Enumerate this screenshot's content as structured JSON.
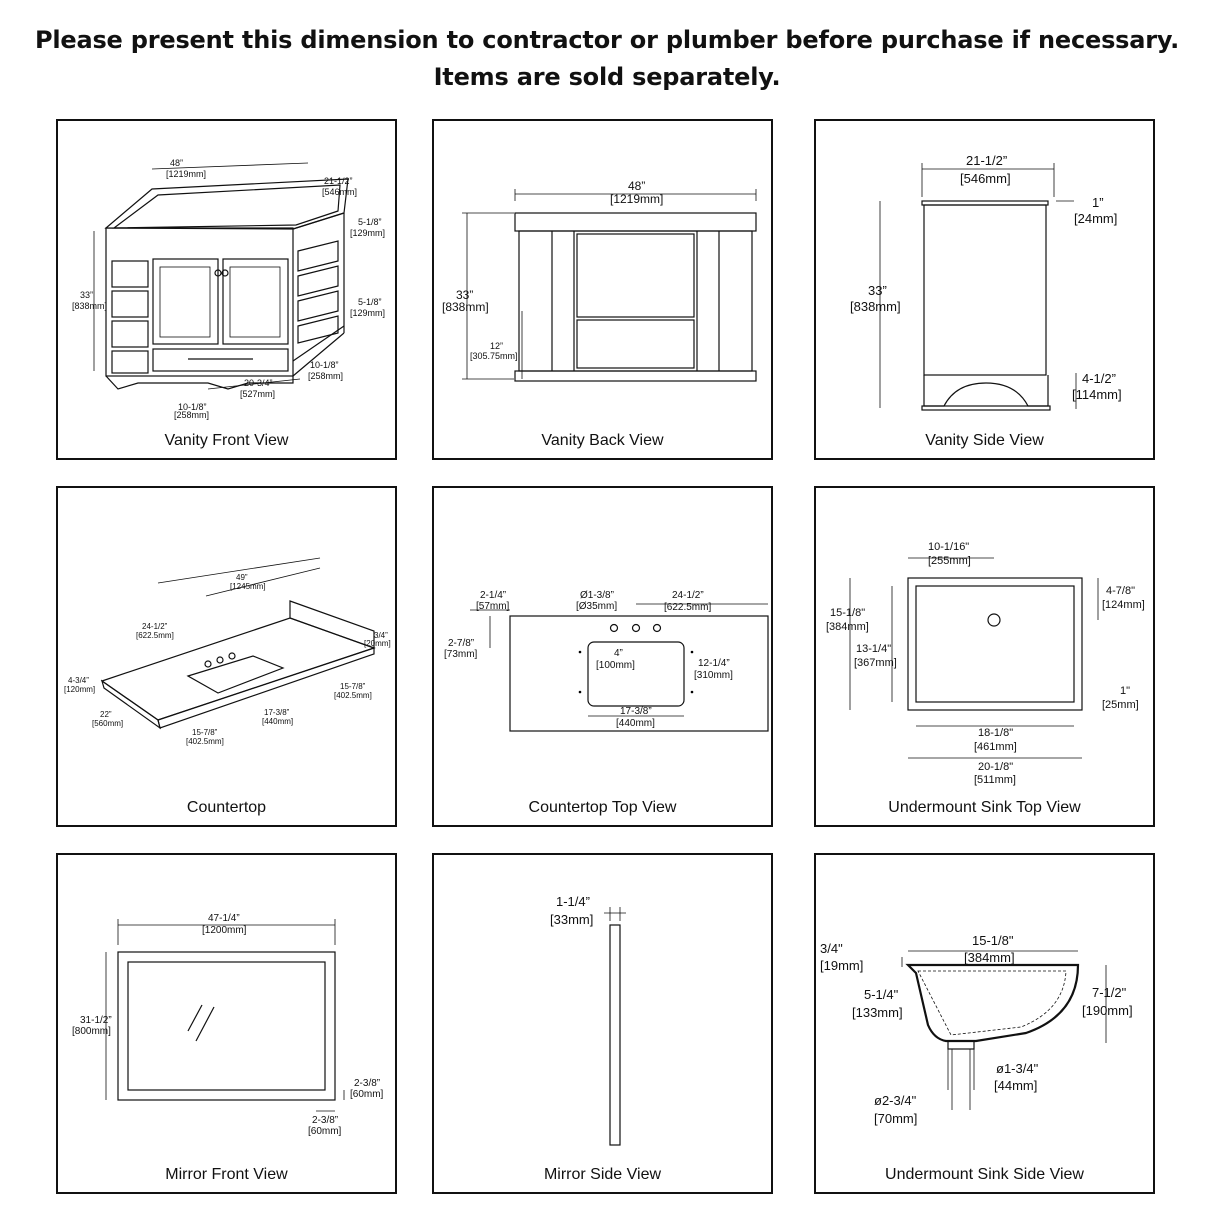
{
  "header": {
    "line1": "Please present this dimension to contractor or plumber before purchase if necessary.",
    "line2": "Items are sold separately."
  },
  "panels": {
    "p1": {
      "caption": "Vanity Front View",
      "w": "48”",
      "wmm": "[1219mm]",
      "d": "21-1/2”",
      "dmm": "[546mm]",
      "d2": "5-1/8”",
      "d2mm": "[129mm]",
      "h": "33”",
      "hmm": "[838mm]",
      "d3": "5-1/8”",
      "d3mm": "[129mm]",
      "d4": "10-1/8”",
      "d4mm": "[258mm]",
      "d5": "20-3/4”",
      "d5mm": "[527mm]",
      "d6": "10-1/8”",
      "d6mm": "[258mm]"
    },
    "p2": {
      "caption": "Vanity Back View",
      "w": "48”",
      "wmm": "[1219mm]",
      "h": "33”",
      "hmm": "[838mm]",
      "h2": "12”",
      "h2mm": "[305.75mm]"
    },
    "p3": {
      "caption": "Vanity Side View",
      "w": "21-1/2”",
      "wmm": "[546mm]",
      "t": "1”",
      "tmm": "[24mm]",
      "h": "33”",
      "hmm": "[838mm]",
      "b": "4-1/2”",
      "bmm": "[114mm]"
    },
    "p4": {
      "caption": "Countertop",
      "w": "49”",
      "wmm": "[1245mm]",
      "a": "24-1/2”",
      "amm": "[622.5mm]",
      "t": "3/4”",
      "tmm": "[20mm]",
      "s": "4-3/4”",
      "smm": "[120mm]",
      "d": "22”",
      "dmm": "[560mm]",
      "r": "15-7/8”",
      "rmm": "[402.5mm]",
      "c": "17-3/8”",
      "cmm": "[440mm]",
      "l": "15-7/8”",
      "lmm": "[402.5mm]"
    },
    "p5": {
      "caption": "Countertop Top View",
      "a": "2-1/4”",
      "amm": "[57mm]",
      "b": "Ø1-3/8”",
      "bmm": "[Ø35mm]",
      "c": "24-1/2”",
      "cmm": "[622.5mm]",
      "d": "2-7/8”",
      "dmm": "[73mm]",
      "e": "4”",
      "emm": "[100mm]",
      "f": "12-1/4”",
      "fmm": "[310mm]",
      "g": "17-3/8”",
      "gmm": "[440mm]"
    },
    "p6": {
      "caption": "Undermount Sink Top View",
      "a": "10-1/16\"",
      "amm": "[255mm]",
      "b": "15-1/8\"",
      "bmm": "[384mm]",
      "c": "13-1/4\"",
      "cmm": "[367mm]",
      "d": "4-7/8\"",
      "dmm": "[124mm]",
      "e": "1\"",
      "emm": "[25mm]",
      "f": "18-1/8\"",
      "fmm": "[461mm]",
      "g": "20-1/8\"",
      "gmm": "[511mm]"
    },
    "p7": {
      "caption": "Mirror Front View",
      "w": "47-1/4”",
      "wmm": "[1200mm]",
      "h": "31-1/2”",
      "hmm": "[800mm]",
      "a": "2-3/8”",
      "amm": "[60mm]",
      "b": "2-3/8”",
      "bmm": "[60mm]"
    },
    "p8": {
      "caption": "Mirror Side View",
      "t": "1-1/4”",
      "tmm": "[33mm]"
    },
    "p9": {
      "caption": "Undermount Sink Side View",
      "w": "15-1/8\"",
      "wmm": "[384mm]",
      "a": "3/4\"",
      "amm": "[19mm]",
      "b": "5-1/4\"",
      "bmm": "[133mm]",
      "c": "7-1/2\"",
      "cmm": "[190mm]",
      "d": "ø1-3/4\"",
      "dmm": "[44mm]",
      "e": "ø2-3/4\"",
      "emm": "[70mm]"
    }
  }
}
